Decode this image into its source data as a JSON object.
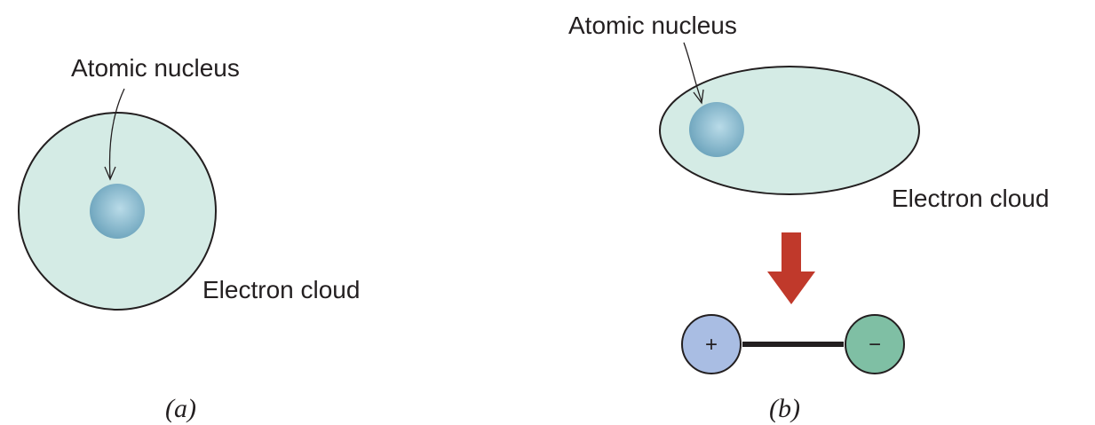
{
  "panels": {
    "a": {
      "label": "(a)",
      "nucleus_label": "Atomic nucleus",
      "cloud_label": "Electron cloud"
    },
    "b": {
      "label": "(b)",
      "nucleus_label": "Atomic nucleus",
      "cloud_label": "Electron cloud",
      "dipole": {
        "positive_sign": "+",
        "negative_sign": "−"
      }
    }
  },
  "colors": {
    "cloud_fill": "#d4ebe5",
    "outline": "#231f20",
    "nucleus_center": "#a9d0e0",
    "nucleus_edge": "#5f98b2",
    "arrow_red": "#c0392b",
    "positive_pole": "#a9bde3",
    "negative_pole": "#7fbfa4"
  }
}
